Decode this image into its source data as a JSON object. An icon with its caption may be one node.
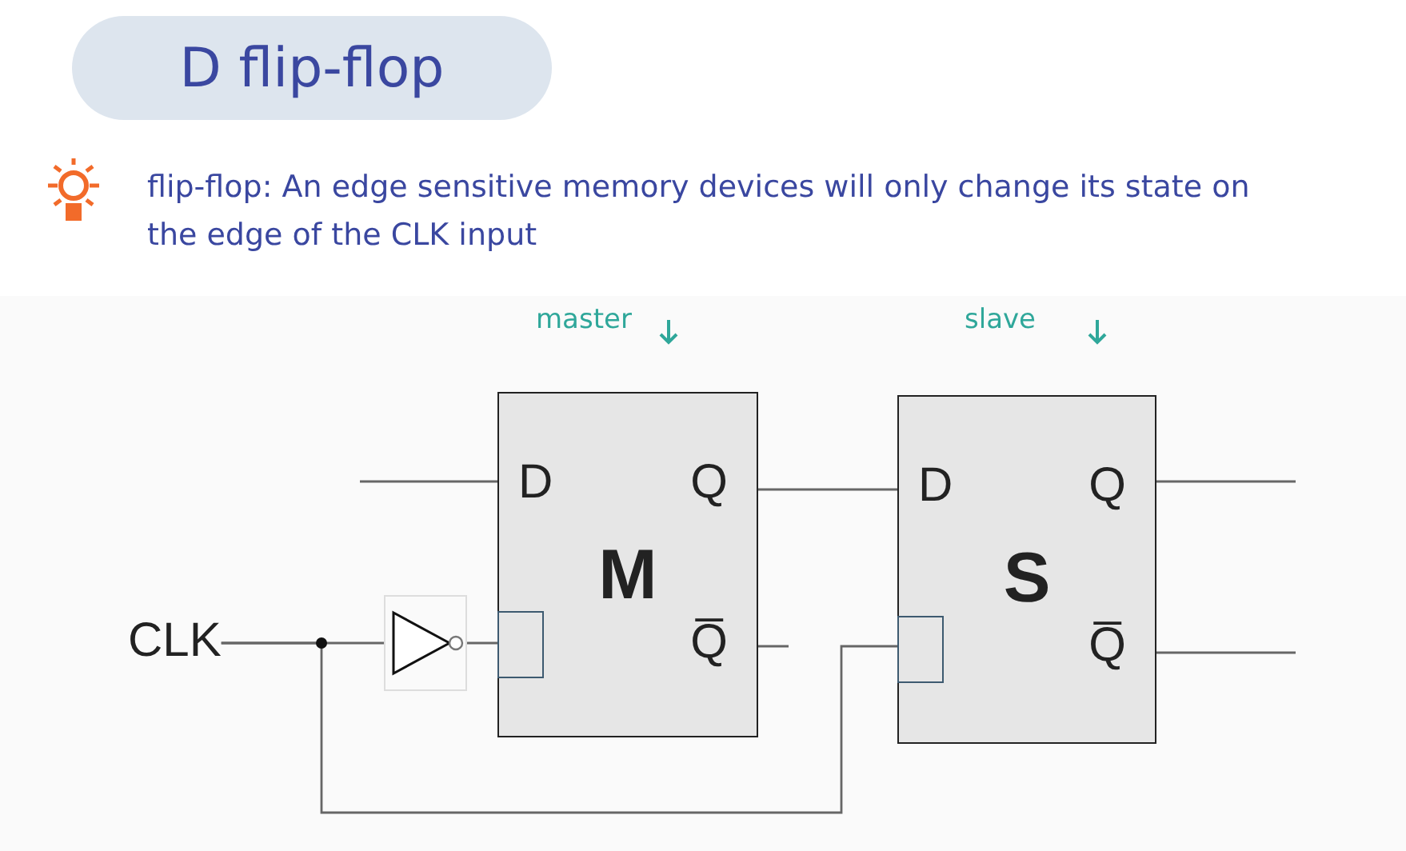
{
  "diagram": {
    "title": "D flip-flop",
    "nodes": [
      {
        "text": [
          "CLK"
        ]
      },
      {
        "text": [],
        "shape": "triangle"
      },
      {
        "text": [
          "M",
          "D",
          "Q",
          "Q̅"
        ]
      },
      {
        "text": [
          "S",
          "D",
          "Q",
          "Q̅"
        ]
      }
    ],
    "edges": [
      {
        "from": 0,
        "to": 1,
        "arrow": "none"
      },
      {
        "from": 0,
        "to": 3,
        "arrow": "none"
      },
      {
        "from": 1,
        "to": 2,
        "arrow": "none"
      },
      {
        "from": 2,
        "to": 3,
        "arrow": "none"
      },
      {
        "from": null,
        "to": 2,
        "arrow": "none"
      },
      {
        "from": 2,
        "to": null,
        "arrow": "none"
      },
      {
        "from": 3,
        "to": null,
        "arrow": "none"
      },
      {
        "from": 3,
        "to": null,
        "arrow": "none"
      }
    ],
    "labels": [
      "flip-flop: An edge sensitive memory devices will only change its state on the edge of the CLK input",
      "master",
      "slave"
    ]
  }
}
